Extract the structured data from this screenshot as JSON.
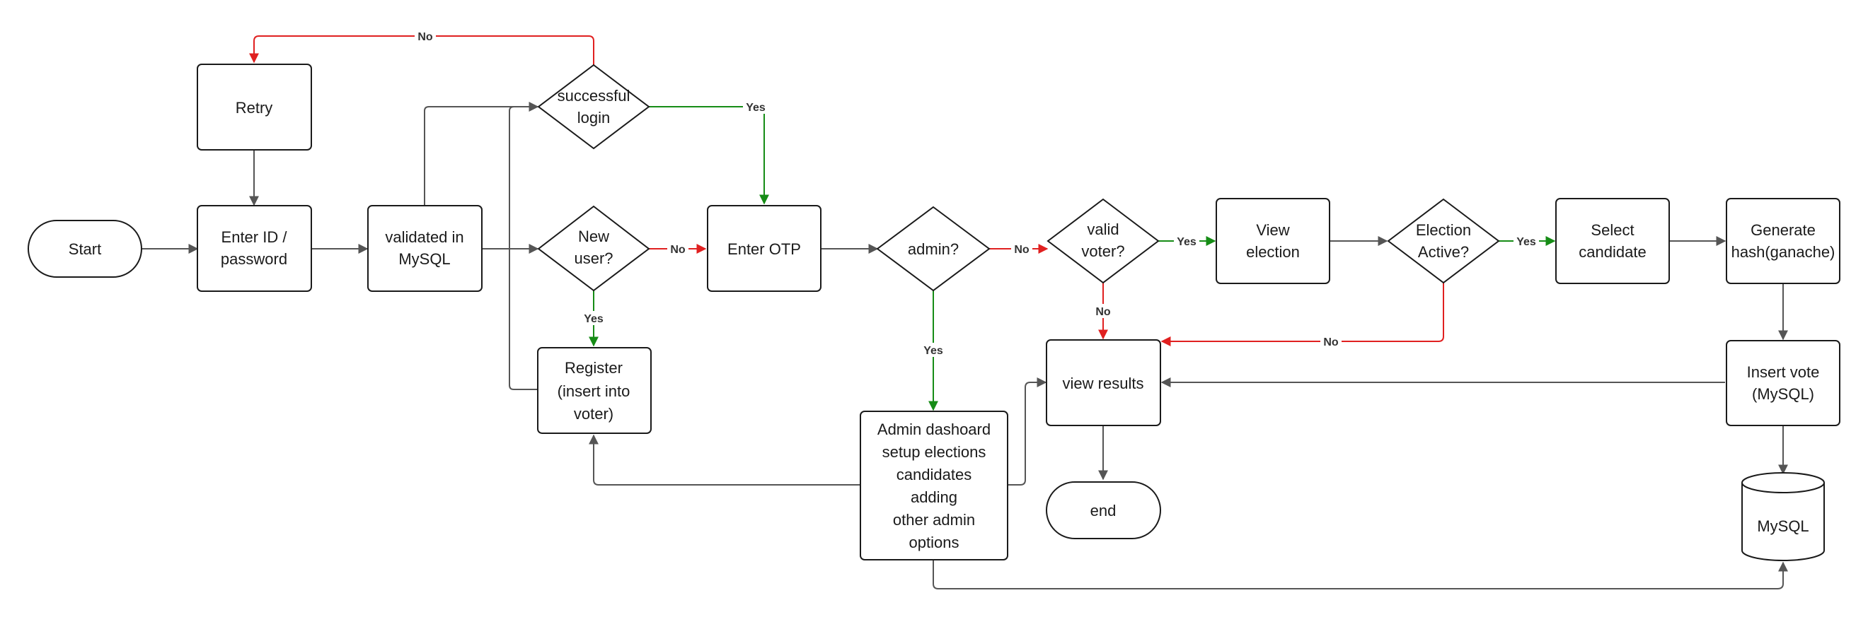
{
  "colors": {
    "neutral": "#555555",
    "no": "#e02020",
    "yes": "#168c16"
  },
  "nodes": {
    "start": {
      "label": "Start",
      "shape": "terminal"
    },
    "retry": {
      "label": "Retry",
      "shape": "process"
    },
    "enter_id": {
      "lines": [
        "Enter ID /",
        "password"
      ],
      "shape": "process"
    },
    "validated": {
      "lines": [
        "validated in",
        "MySQL"
      ],
      "shape": "process"
    },
    "successful_login": {
      "lines": [
        "successful",
        "login"
      ],
      "shape": "decision"
    },
    "new_user": {
      "lines": [
        "New",
        "user?"
      ],
      "shape": "decision"
    },
    "register": {
      "lines": [
        "Register",
        "(insert into",
        "voter)"
      ],
      "shape": "process"
    },
    "enter_otp": {
      "label": "Enter OTP",
      "shape": "process"
    },
    "admin": {
      "label": "admin?",
      "shape": "decision"
    },
    "admin_dashboard": {
      "lines": [
        "Admin dashoard",
        "setup elections",
        "candidates",
        "adding",
        "other admin",
        "options"
      ],
      "shape": "process"
    },
    "valid_voter": {
      "lines": [
        "valid",
        "voter?"
      ],
      "shape": "decision"
    },
    "view_results": {
      "label": "view results",
      "shape": "process"
    },
    "end": {
      "label": "end",
      "shape": "terminal"
    },
    "view_election": {
      "lines": [
        "View",
        "election"
      ],
      "shape": "process"
    },
    "election_active": {
      "lines": [
        "Election",
        "Active?"
      ],
      "shape": "decision"
    },
    "select_candidate": {
      "lines": [
        "Select",
        "candidate"
      ],
      "shape": "process"
    },
    "generate_hash": {
      "lines": [
        "Generate",
        "hash(ganache)"
      ],
      "shape": "process"
    },
    "insert_vote": {
      "lines": [
        "Insert vote",
        "(MySQL)"
      ],
      "shape": "process"
    },
    "mysql": {
      "label": "MySQL",
      "shape": "database"
    }
  },
  "edges": {
    "login_no": "No",
    "login_yes": "Yes",
    "newuser_no": "No",
    "newuser_yes": "Yes",
    "admin_no": "No",
    "admin_yes": "Yes",
    "validvoter_yes": "Yes",
    "validvoter_no": "No",
    "active_yes": "Yes",
    "active_no": "No"
  }
}
